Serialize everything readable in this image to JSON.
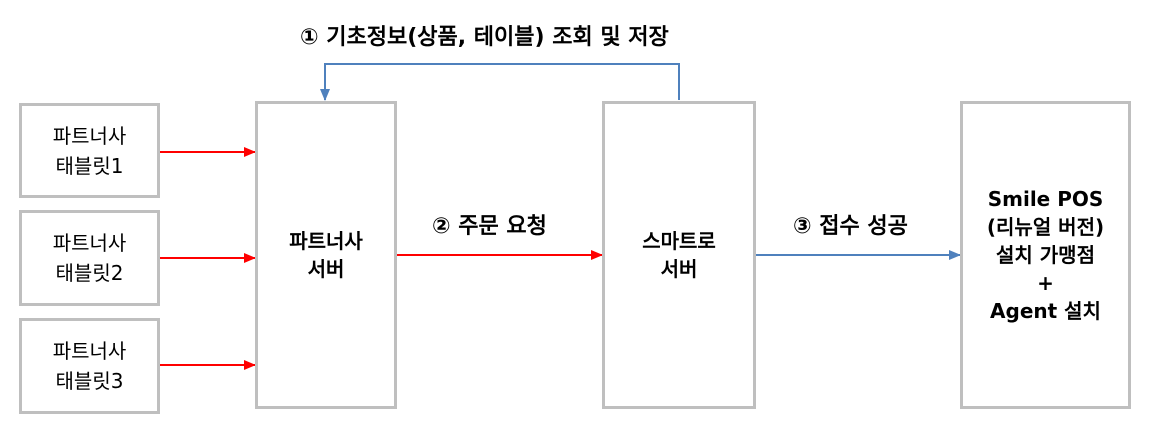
{
  "colors": {
    "red_arrow": "#ff0000",
    "blue_arrow": "#4f81bd",
    "box_border": "#bfbfbf"
  },
  "tablets": [
    {
      "label": "파트너사\n태블릿1"
    },
    {
      "label": "파트너사\n태블릿2"
    },
    {
      "label": "파트너사\n태블릿3"
    }
  ],
  "partner_server": {
    "label": "파트너사\n서버"
  },
  "smartro_server": {
    "label": "스마트로\n서버"
  },
  "smile_pos": {
    "label": "Smile POS\n(리뉴얼 버전)\n설치 가맹점\n+\nAgent 설치"
  },
  "steps": {
    "step1": "① 기초정보(상품, 테이블) 조회 및 저장",
    "step2": "② 주문 요청",
    "step3": "③ 접수 성공"
  }
}
